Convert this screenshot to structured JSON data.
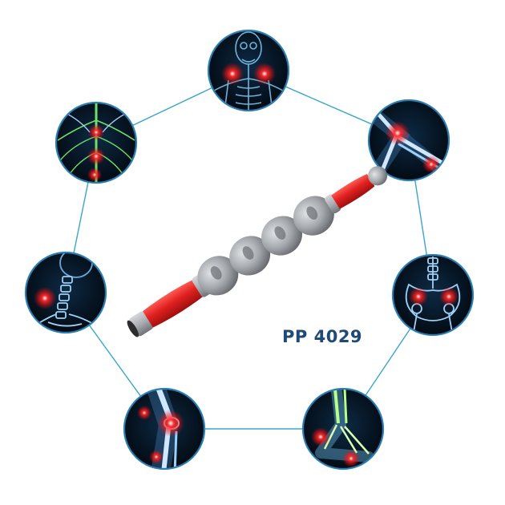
{
  "product": {
    "code": "PP 4029"
  },
  "colors": {
    "connector": "#3aa6c8",
    "circle_border": "#2b7fb0",
    "circle_bg": "#05121f",
    "bone": "#7fc4ee",
    "pain": "#ff1a1a",
    "nerve": "#6fe06a",
    "roller_red": "#e0211f",
    "roller_gray": "#a9adb1",
    "text": "#1f4a78"
  },
  "body_parts": [
    {
      "name": "head-neck"
    },
    {
      "name": "elbow"
    },
    {
      "name": "pelvis"
    },
    {
      "name": "ankle-foot"
    },
    {
      "name": "knee"
    },
    {
      "name": "cervical-spine"
    },
    {
      "name": "upper-back"
    }
  ]
}
